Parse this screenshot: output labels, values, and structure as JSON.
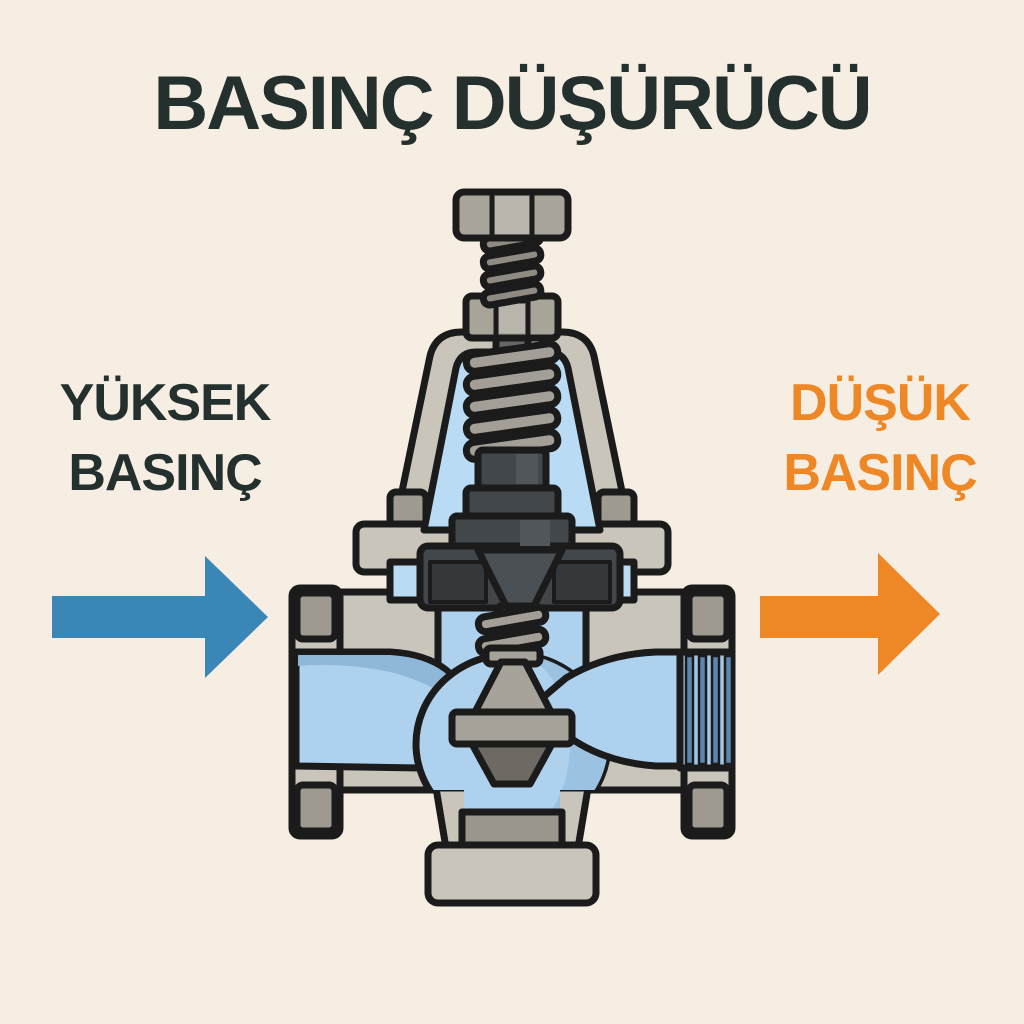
{
  "title": "BASINÇ DÜŞÜRÜCÜ",
  "labels": {
    "left": {
      "line1": "YÜKSEK",
      "line2": "BASINÇ"
    },
    "right": {
      "line1": "DÜŞÜK",
      "line2": "BASINÇ"
    }
  },
  "colors": {
    "background": "#f6eee3",
    "ink": "#24302e",
    "orange": "#ee8725",
    "blue": "#3a87b7",
    "water": "#aed1ee",
    "water_light": "#b9dbf4",
    "water_shade": "#8fb7d8",
    "thread_stripe": "#5d86ae",
    "body_gray": "#cac5bb",
    "block_gray": "#9e9a90",
    "bolt_gray": "#a8a49a",
    "dark_metal": "#42474b",
    "outline": "#1b1b1b"
  },
  "icons": {
    "flow_in_arrow": "right-arrow",
    "flow_out_arrow": "right-arrow"
  },
  "diagram": {
    "subject": "pressure reducing valve cross-section",
    "components": [
      "adjusting-bolt",
      "adjusting-screw-thread",
      "lock-nut",
      "spring-housing-bell",
      "pressure-spring",
      "diaphragm-assembly",
      "bonnet-flange",
      "valve-stem",
      "stem-spring",
      "valve-plug",
      "valve-seat-disc",
      "valve-body",
      "inlet-flange",
      "outlet-flange",
      "outlet-threads",
      "bottom-drain-plug"
    ]
  }
}
